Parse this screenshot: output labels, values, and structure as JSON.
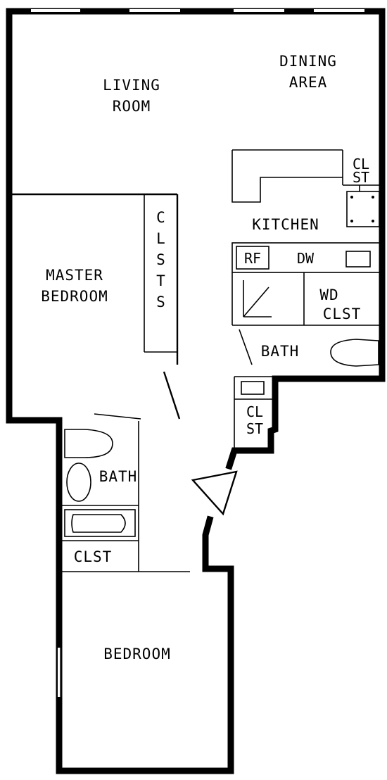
{
  "rooms": {
    "living_room": [
      "LIVING",
      "ROOM"
    ],
    "dining_area": [
      "DINING",
      "AREA"
    ],
    "kitchen": "KITCHEN",
    "closet_kitchen": [
      "CL",
      "ST"
    ],
    "master_bedroom": [
      "MASTER",
      "BEDROOM"
    ],
    "closets_master": [
      "C",
      "L",
      "S",
      "T",
      "S"
    ],
    "refrigerator": "RF",
    "dishwasher": "DW",
    "washer_dryer_closet": [
      "WD",
      "CLST"
    ],
    "bath_upper": "BATH",
    "closet_hall": [
      "CL",
      "ST"
    ],
    "bath_lower": "BATH",
    "closet_lower": "CLST",
    "bedroom": "BEDROOM"
  }
}
